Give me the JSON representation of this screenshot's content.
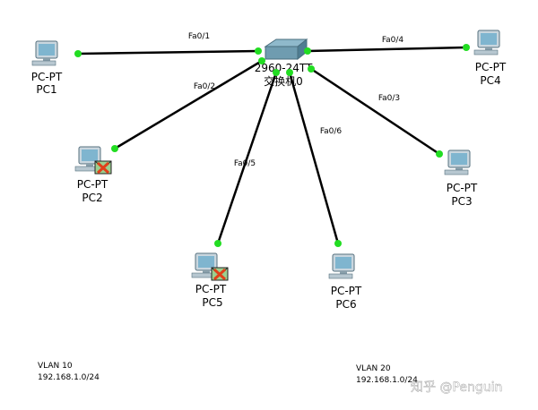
{
  "switch": {
    "model": "2960-24TT",
    "name": "交换机0"
  },
  "links": [
    {
      "port": "Fa0/1",
      "pc": "PC1"
    },
    {
      "port": "Fa0/2",
      "pc": "PC2"
    },
    {
      "port": "Fa0/3",
      "pc": "PC3"
    },
    {
      "port": "Fa0/4",
      "pc": "PC4"
    },
    {
      "port": "Fa0/5",
      "pc": "PC5"
    },
    {
      "port": "Fa0/6",
      "pc": "PC6"
    }
  ],
  "pcs": [
    {
      "type": "PC-PT",
      "name": "PC1",
      "message": false
    },
    {
      "type": "PC-PT",
      "name": "PC2",
      "message": true
    },
    {
      "type": "PC-PT",
      "name": "PC3",
      "message": false
    },
    {
      "type": "PC-PT",
      "name": "PC4",
      "message": false
    },
    {
      "type": "PC-PT",
      "name": "PC5",
      "message": true
    },
    {
      "type": "PC-PT",
      "name": "PC6",
      "message": false
    }
  ],
  "notes": [
    {
      "vlan": "VLAN 10",
      "subnet": "192.168.1.0/24"
    },
    {
      "vlan": "VLAN 20",
      "subnet": "192.168.1.0/24"
    }
  ],
  "watermark": "知乎 @Penguin",
  "colors": {
    "link": "#000000",
    "link_up": "#22dd22",
    "switch": "#6f9cb0"
  }
}
